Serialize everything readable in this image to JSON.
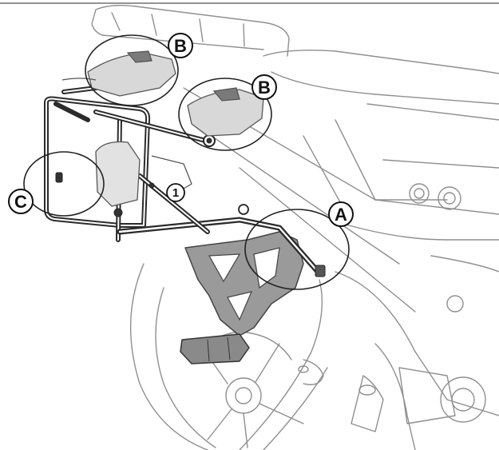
{
  "callouts": {
    "b_top": "B",
    "b_mid": "B",
    "a": "A",
    "c": "C",
    "part_1": "1"
  },
  "colors": {
    "line": "#3a3a3a",
    "light_line": "#9a9a9a",
    "frame": "#2b2b2b",
    "bracket": "#8a8a8a",
    "bracket_dark": "#555555",
    "background": "#ffffff"
  }
}
